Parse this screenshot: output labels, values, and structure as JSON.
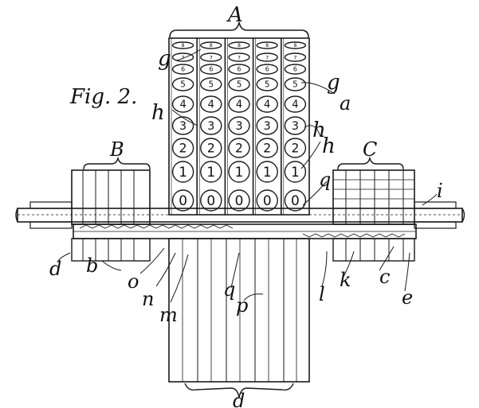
{
  "figure": {
    "title": "Fig. 2.",
    "labels": {
      "A": "A",
      "B": "B",
      "C": "C",
      "g_left": "g",
      "g_right": "g",
      "a": "a",
      "h_left": "h",
      "h_right1": "h",
      "h_right2": "h",
      "q_top": "q",
      "q_bottom": "q",
      "i": "i",
      "d_left": "d",
      "d_bottom": "d",
      "b": "b",
      "o": "o",
      "n": "n",
      "m": "m",
      "p": "p",
      "l": "l",
      "k": "k",
      "c": "c",
      "e": "e"
    },
    "digit_rows": [
      "8",
      "7",
      "6",
      "5",
      "4",
      "3",
      "2",
      "1",
      "0"
    ],
    "column_count": 5
  }
}
